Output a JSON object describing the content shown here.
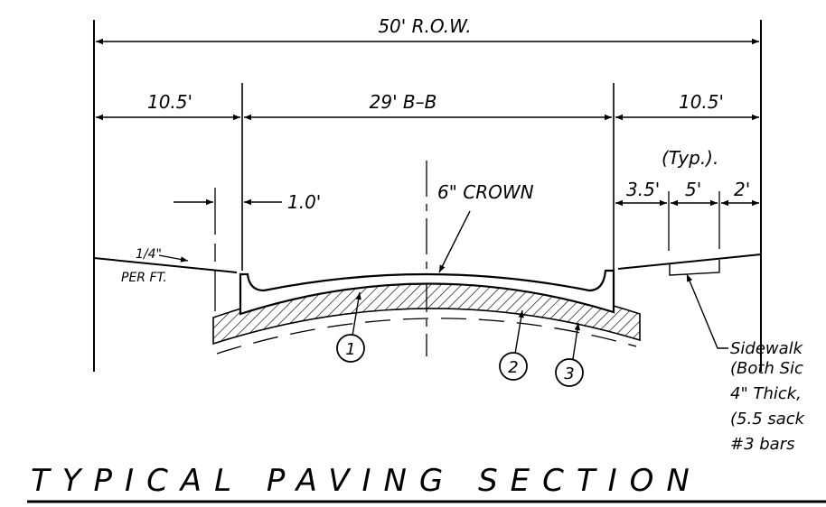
{
  "dimensions": {
    "row": "50' R.O.W.",
    "left_parkway": "10.5'",
    "street_bb": "29' B–B",
    "right_parkway": "10.5'",
    "curb_offset": "1.0'",
    "crown": "6\" CROWN",
    "typ": "(Typ.).",
    "walk_a": "3.5'",
    "walk_b": "5'",
    "walk_c": "2'"
  },
  "slope": {
    "fraction": "1/4\"",
    "per": "PER FT."
  },
  "callouts": [
    "1",
    "2",
    "3"
  ],
  "sidewalk_note": {
    "line1": "Sidewalk",
    "line2": "(Both Sic",
    "line3": "4\" Thick,",
    "line4": "(5.5 sack",
    "line5": "#3 bars"
  },
  "title": "TYPICAL PAVING SECTION"
}
